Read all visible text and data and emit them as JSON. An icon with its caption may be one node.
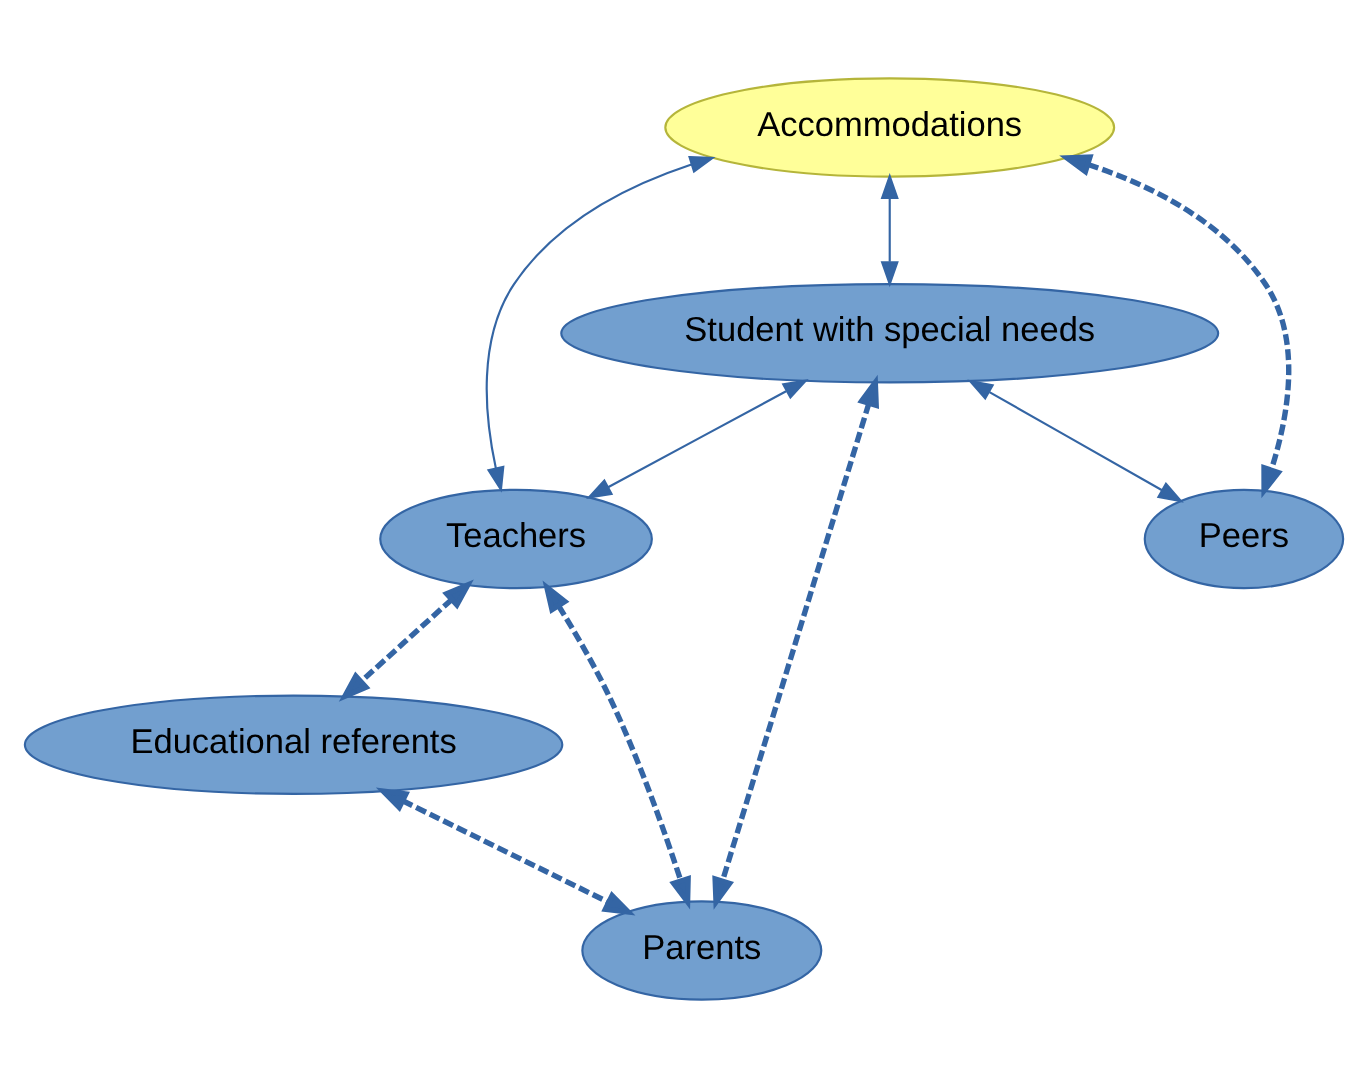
{
  "diagram": {
    "nodes": [
      {
        "text": [
          "Teachers"
        ]
      },
      {
        "text": [
          "Educational referents"
        ]
      },
      {
        "text": [
          "Accommodations"
        ]
      },
      {
        "text": [
          "Student with special needs"
        ]
      },
      {
        "text": [
          "Parents"
        ]
      },
      {
        "text": [
          "Peers"
        ]
      }
    ],
    "edges": [
      {
        "from": 0,
        "to": 1,
        "arrow": "both",
        "style": "dashed"
      },
      {
        "from": 2,
        "to": 0,
        "arrow": "both"
      },
      {
        "from": 3,
        "to": 0,
        "arrow": "both"
      },
      {
        "from": 0,
        "to": 4,
        "arrow": "both",
        "style": "dashed"
      },
      {
        "from": 1,
        "to": 4,
        "arrow": "both",
        "style": "dashed"
      },
      {
        "from": 2,
        "to": 3,
        "arrow": "both"
      },
      {
        "from": 3,
        "to": 4,
        "arrow": "both",
        "style": "dashed"
      },
      {
        "from": 2,
        "to": 5,
        "arrow": "both",
        "style": "dashed"
      },
      {
        "from": 3,
        "to": 5,
        "arrow": "both"
      }
    ]
  }
}
